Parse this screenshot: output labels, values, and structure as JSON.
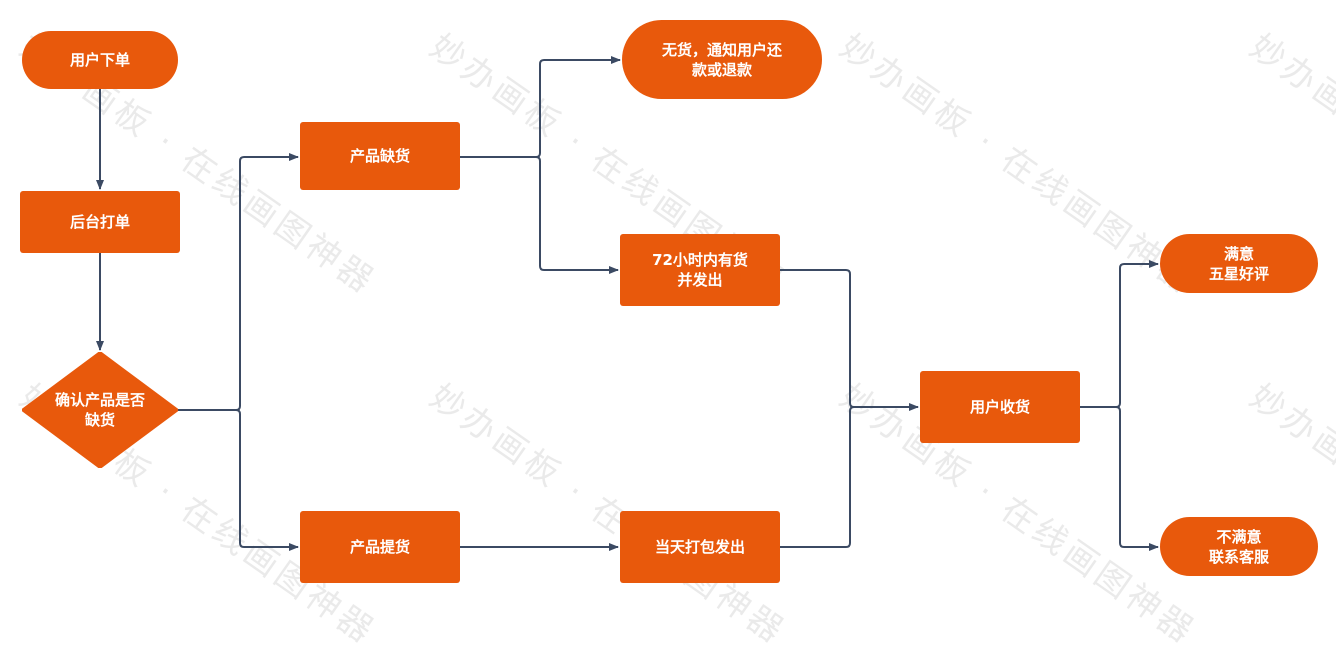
{
  "colors": {
    "node": "#E8590C",
    "edge": "#3B4A63",
    "text": "#FFFFFF"
  },
  "nodes": {
    "order": "用户下单",
    "print": "后台打单",
    "check": [
      "确认产品是否",
      "缺货"
    ],
    "out_of_stock": "产品缺货",
    "refund": [
      "无货，通知用户还",
      "款或退款"
    ],
    "restock": [
      "72小时内有货",
      "并发出"
    ],
    "pickup": "产品提货",
    "same_day": "当天打包发出",
    "receive": "用户收货",
    "satisfied": [
      "满意",
      "五星好评"
    ],
    "unsatisfied": [
      "不满意",
      "联系客服"
    ]
  },
  "watermark": "妙办画板 · 在线画图神器"
}
